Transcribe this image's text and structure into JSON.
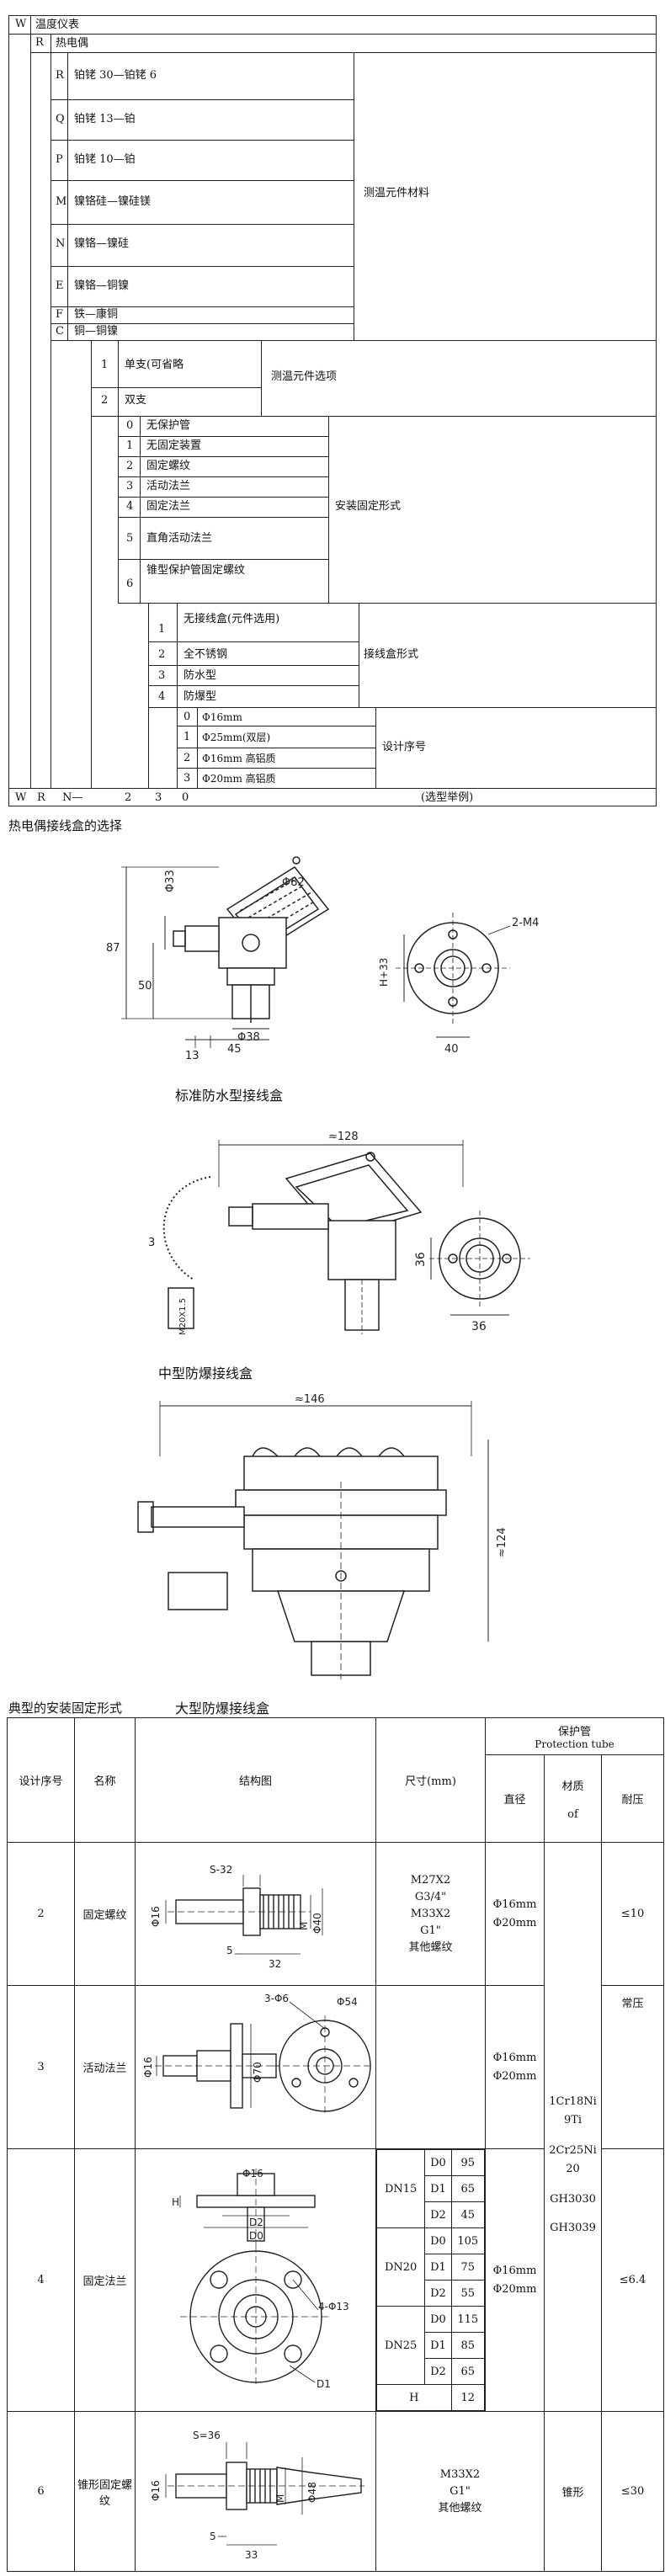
{
  "model_table": {
    "rows": [
      {
        "code": "W",
        "label": "温度仪表"
      },
      {
        "code": "R",
        "label": "热电偶"
      }
    ],
    "element_material": {
      "group_label": "测温元件材料",
      "options": [
        {
          "code": "R",
          "label": "铂铑 30—铂铑 6"
        },
        {
          "code": "Q",
          "label": "铂铑 13—铂"
        },
        {
          "code": "P",
          "label": "铂铑 10—铂"
        },
        {
          "code": "M",
          "label": "镍铬硅—镍硅镁"
        },
        {
          "code": "N",
          "label": "镍铬—镍硅"
        },
        {
          "code": "E",
          "label": "镍铬—铜镍"
        },
        {
          "code": "F",
          "label": "铁—康铜"
        },
        {
          "code": "C",
          "label": "铜—铜镍"
        }
      ]
    },
    "element_option": {
      "group_label": "测温元件选项",
      "options": [
        {
          "code": "1",
          "label": "单支(可省略"
        },
        {
          "code": "2",
          "label": "双支"
        }
      ]
    },
    "mounting": {
      "group_label": "安装固定形式",
      "options": [
        {
          "code": "0",
          "label": "无保护管"
        },
        {
          "code": "1",
          "label": "无固定装置"
        },
        {
          "code": "2",
          "label": "固定螺纹"
        },
        {
          "code": "3",
          "label": "活动法兰"
        },
        {
          "code": "4",
          "label": "固定法兰"
        },
        {
          "code": "5",
          "label": "直角活动法兰"
        },
        {
          "code": "6",
          "label": "锥型保护管固定螺纹"
        }
      ]
    },
    "junction_box": {
      "group_label": "接线盒形式",
      "options": [
        {
          "code": "1",
          "label": "无接线盒(元件选用)"
        },
        {
          "code": "2",
          "label": "全不锈钢"
        },
        {
          "code": "3",
          "label": "防水型"
        },
        {
          "code": "4",
          "label": "防爆型"
        }
      ]
    },
    "design_no": {
      "group_label": "设计序号",
      "options": [
        {
          "code": "0",
          "label": "Φ16mm"
        },
        {
          "code": "1",
          "label": "Φ25mm(双层)"
        },
        {
          "code": "2",
          "label": "Φ16mm 高铝质"
        },
        {
          "code": "3",
          "label": "Φ20mm 高铝质"
        }
      ]
    },
    "example": {
      "codes": [
        "W",
        "R",
        "N—",
        "2",
        "3",
        "0"
      ],
      "label": "(选型举例)"
    }
  },
  "box_section": {
    "title": "热电偶接线盒的选择",
    "diagram1": {
      "caption": "标准防水型接线盒",
      "dims": {
        "phi82": "Φ82",
        "phi33": "Φ33",
        "d87": "87",
        "d50": "50",
        "d13": "13",
        "d45": "45",
        "phi38": "Φ38",
        "h33": "H+33",
        "m4": "2-M4",
        "d40": "40"
      }
    },
    "diagram2": {
      "caption": "中型防爆接线盒",
      "dims": {
        "d128": "≈128",
        "d3": "3",
        "m20": "M20X1.5",
        "d36a": "36",
        "d36b": "36"
      }
    },
    "diagram3": {
      "caption": "大型防爆接线盒",
      "dims": {
        "d146": "≈146",
        "d124": "≈124"
      }
    }
  },
  "mount_section": {
    "title": "典型的安装固定形式",
    "headers": {
      "design_no": "设计序号",
      "name": "名称",
      "structure": "结构图",
      "size": "尺寸(mm)",
      "tube": "保护管",
      "tube_en": "Protection tube",
      "diameter": "直径",
      "material": "材质",
      "material_en": "of",
      "pressure": "耐压"
    },
    "material_values": [
      "1Cr18Ni",
      "9Ti",
      "2Cr25Ni",
      "20",
      "GH3030",
      "GH3039"
    ],
    "pressure_normal": "常压",
    "rows": {
      "r2": {
        "no": "2",
        "name": "固定螺纹",
        "size": [
          "M27X2",
          "G3/4\"",
          "M33X2",
          "G1\"",
          "其他螺纹"
        ],
        "diameter": [
          "Φ16mm",
          "Φ20mm"
        ],
        "pressure": "≤10",
        "dims": {
          "s": "S-32",
          "phi16": "Φ16",
          "m": "M",
          "phi": "Φ40",
          "d5": "5",
          "d32": "32"
        }
      },
      "r3": {
        "no": "3",
        "name": "活动法兰",
        "diameter": [
          "Φ16mm",
          "Φ20mm"
        ],
        "dims": {
          "phi16": "Φ16",
          "phi70": "Φ70",
          "hole": "3-Φ6",
          "phi54": "Φ54"
        }
      },
      "r4": {
        "no": "4",
        "name": "固定法兰",
        "diameter": [
          "Φ16mm",
          "Φ20mm"
        ],
        "pressure": "≤6.4",
        "flange": [
          {
            "dn": "DN15",
            "items": [
              [
                "D0",
                "95"
              ],
              [
                "D1",
                "65"
              ],
              [
                "D2",
                "45"
              ]
            ]
          },
          {
            "dn": "DN20",
            "items": [
              [
                "D0",
                "105"
              ],
              [
                "D1",
                "75"
              ],
              [
                "D2",
                "55"
              ]
            ]
          },
          {
            "dn": "DN25",
            "items": [
              [
                "D0",
                "115"
              ],
              [
                "D1",
                "85"
              ],
              [
                "D2",
                "65"
              ]
            ]
          }
        ],
        "h_row": [
          "H",
          "12"
        ],
        "dims": {
          "phi16": "Φ16",
          "h": "H",
          "d2": "D2",
          "d0": "D0",
          "holes": "4-Φ13",
          "d1": "D1"
        }
      },
      "r6": {
        "no": "6",
        "name": "锥形固定螺纹",
        "size": [
          "M33X2",
          "G1\"",
          "其他螺纹"
        ],
        "material": "锥形",
        "pressure": "≤30",
        "dims": {
          "s": "S=36",
          "phi16": "Φ16",
          "m": "M",
          "phi48": "Φ48",
          "d5": "5",
          "d33": "33"
        }
      }
    }
  }
}
